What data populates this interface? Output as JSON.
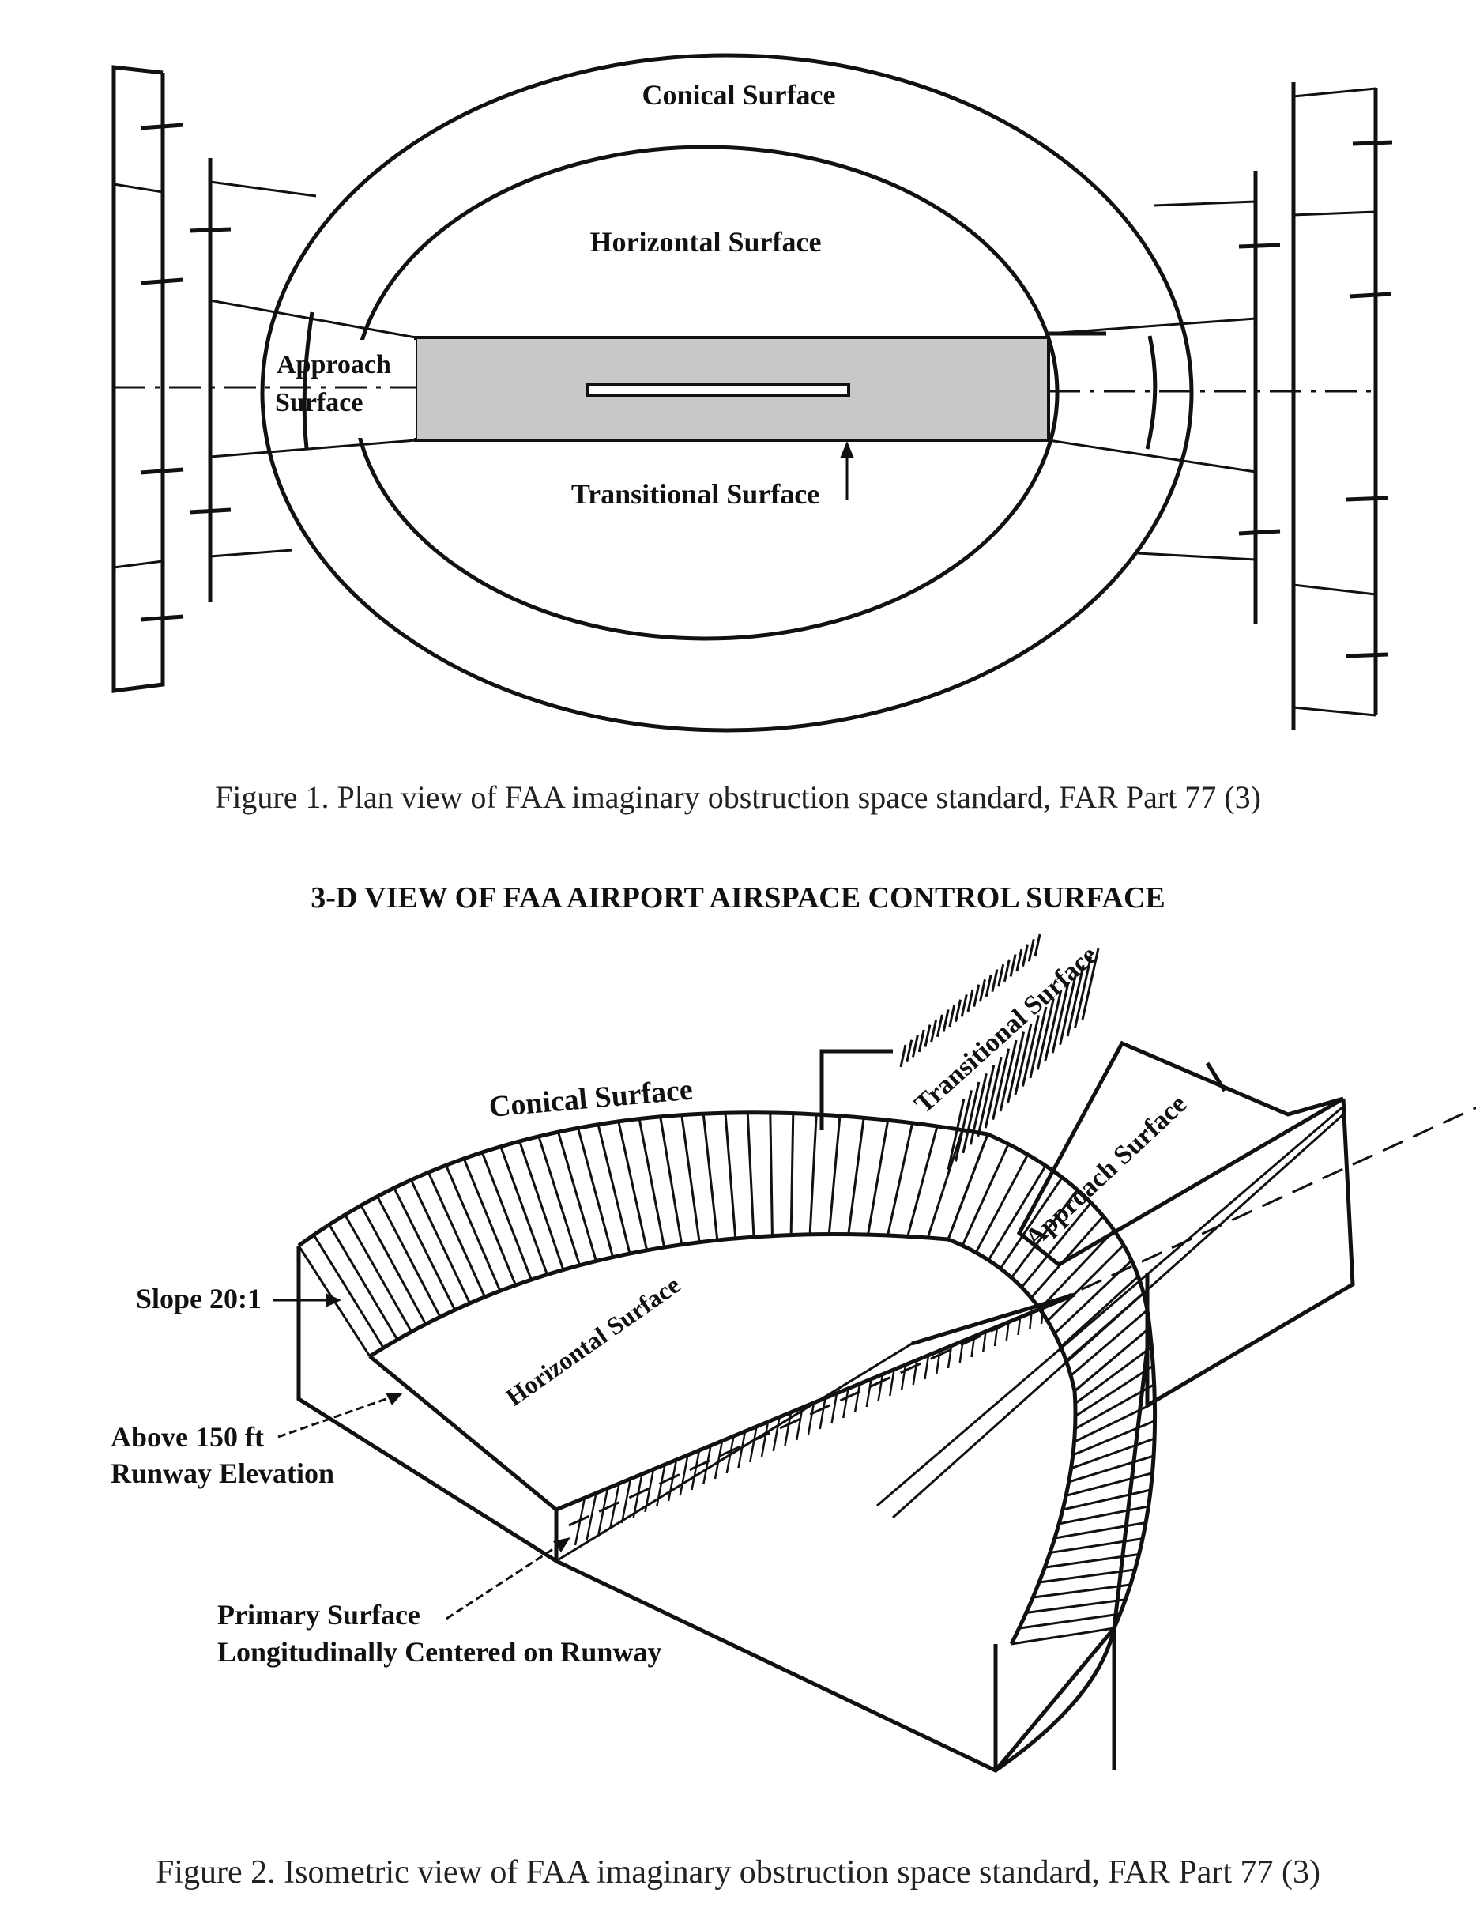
{
  "figure1": {
    "labels": {
      "conical": "Conical Surface",
      "horizontal": "Horizontal Surface",
      "approach_line1": "Approach",
      "approach_line2": "Surface",
      "transitional": "Transitional Surface"
    },
    "caption": "Figure 1. Plan view of FAA imaginary obstruction space standard, FAR Part 77 (3)",
    "colors": {
      "primary_surface_fill": "#c8c8c8",
      "line": "#111111"
    }
  },
  "figure2": {
    "heading": "3-D VIEW OF FAA AIRPORT AIRSPACE CONTROL SURFACE",
    "labels": {
      "conical": "Conical Surface",
      "transitional": "Transitional Surface",
      "approach": "Approach Surface",
      "horizontal": "Horizontal Surface",
      "slope": "Slope 20:1",
      "above_line1": "Above 150 ft",
      "above_line2": "Runway Elevation",
      "primary_line1": "Primary Surface",
      "primary_line2": "Longitudinally Centered on Runway"
    },
    "caption": "Figure 2. Isometric view of FAA imaginary obstruction space standard, FAR Part 77 (3)"
  }
}
